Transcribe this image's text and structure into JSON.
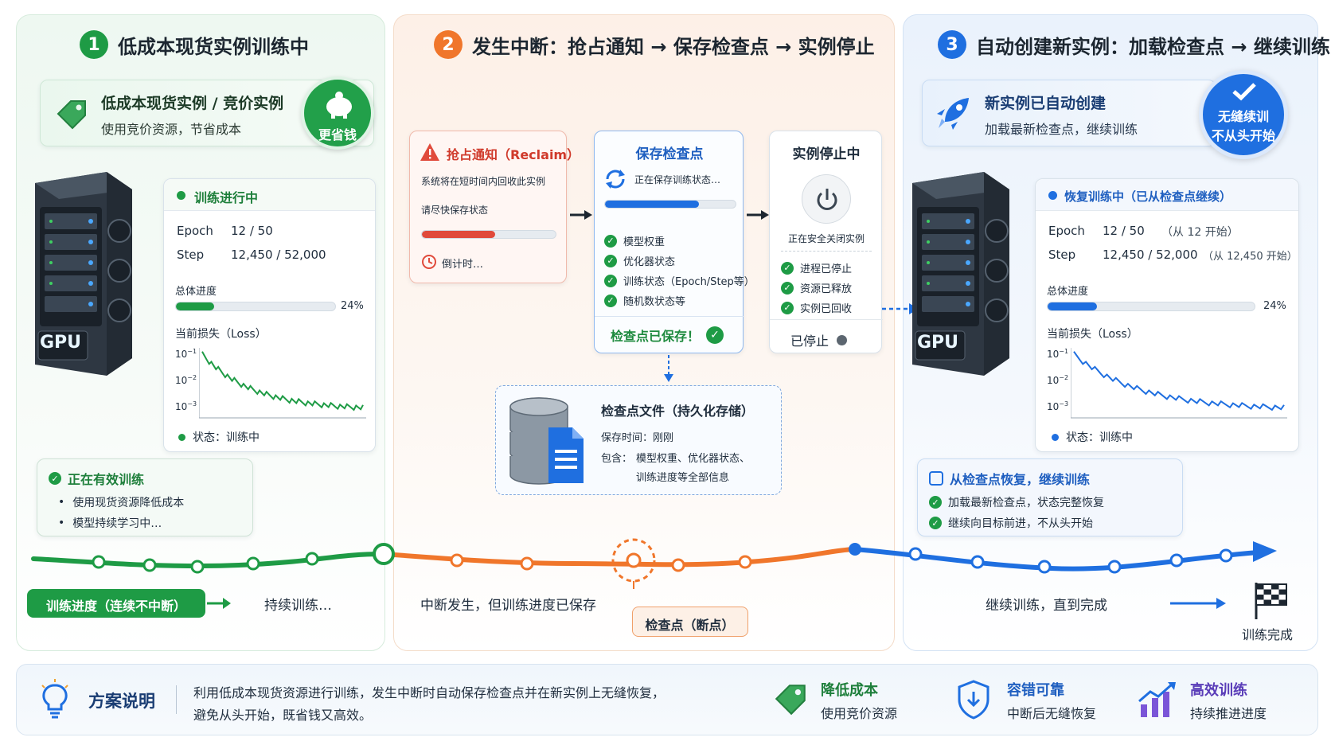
{
  "colors": {
    "green": "#1e9b45",
    "orange": "#f0762b",
    "blue": "#1f6fe0",
    "red": "#e04a3b"
  },
  "step1": {
    "num": "1",
    "title": "低成本现货实例训练中",
    "banner_title": "低成本现货实例 / 竞价实例",
    "banner_sub": "使用竞价资源，节省成本",
    "badge": "更省钱",
    "gpu_label": "GPU",
    "card": {
      "header": "训练进行中",
      "epoch_label": "Epoch",
      "epoch_value": "12 / 50",
      "step_label": "Step",
      "step_value": "12,450 / 52,000",
      "progress_label": "总体进度",
      "progress_pct": "24%",
      "progress": 0.24,
      "loss_label": "当前损失（Loss）",
      "y_ticks": [
        "10",
        "10",
        "10"
      ],
      "y_exps": [
        "−1",
        "−2",
        "−3"
      ],
      "status": "状态：训练中"
    },
    "note": {
      "title": "正在有效训练",
      "items": [
        "使用现货资源降低成本",
        "模型持续学习中…"
      ]
    }
  },
  "step2": {
    "num": "2",
    "title": "发生中断：抢占通知 → 保存检查点 → 实例停止",
    "notice": {
      "title": "抢占通知（Reclaim）",
      "line1": "系统将在短时间内回收此实例",
      "line2": "请尽快保存状态",
      "countdown": "倒计时…",
      "progress": 0.55
    },
    "save": {
      "title": "保存检查点",
      "status": "正在保存训练状态…",
      "progress": 0.72,
      "items": [
        "模型权重",
        "优化器状态",
        "训练状态（Epoch/Step等）",
        "随机数状态等"
      ],
      "done": "检查点已保存！"
    },
    "stop": {
      "title": "实例停止中",
      "status": "正在安全关闭实例",
      "items": [
        "进程已停止",
        "资源已释放",
        "实例已回收"
      ],
      "final": "已停止"
    },
    "storage": {
      "title": "检查点文件（持久化存储）",
      "time": "保存时间：刚刚",
      "contains_label": "包含：",
      "contains_1": "模型权重、优化器状态、",
      "contains_2": "训练进度等全部信息"
    }
  },
  "step3": {
    "num": "3",
    "title": "自动创建新实例：加载检查点 → 继续训练",
    "banner_title": "新实例已自动创建",
    "banner_sub": "加载最新检查点，继续训练",
    "badge_1": "无缝续训",
    "badge_2": "不从头开始",
    "gpu_label": "GPU",
    "card": {
      "header": "恢复训练中（已从检查点继续）",
      "epoch_label": "Epoch",
      "epoch_value": "12 / 50",
      "epoch_note": "（从 12 开始）",
      "step_label": "Step",
      "step_value": "12,450 / 52,000",
      "step_note": "（从 12,450 开始）",
      "progress_label": "总体进度",
      "progress_pct": "24%",
      "progress": 0.24,
      "loss_label": "当前损失（Loss）",
      "y_ticks": [
        "10",
        "10",
        "10"
      ],
      "y_exps": [
        "−1",
        "−2",
        "−3"
      ],
      "status": "状态：训练中"
    },
    "note": {
      "title": "从检查点恢复，继续训练",
      "items": [
        "加载最新检查点，状态完整恢复",
        "继续向目标前进，不从头开始"
      ]
    }
  },
  "timeline": {
    "label_progress": "训练进度（连续不中断）",
    "label_continue": "持续训练…",
    "label_interrupt": "中断发生，但训练进度已保存",
    "label_checkpoint": "检查点（断点）",
    "label_resume": "继续训练，直到完成",
    "label_done": "训练完成"
  },
  "footer": {
    "title": "方案说明",
    "desc_1": "利用低成本现货资源进行训练，发生中断时自动保存检查点并在新实例上无缝恢复，",
    "desc_2": "避免从头开始，既省钱又高效。",
    "features": [
      {
        "title": "降低成本",
        "sub": "使用竞价资源"
      },
      {
        "title": "容错可靠",
        "sub": "中断后无缝恢复"
      },
      {
        "title": "高效训练",
        "sub": "持续推进进度"
      }
    ]
  }
}
